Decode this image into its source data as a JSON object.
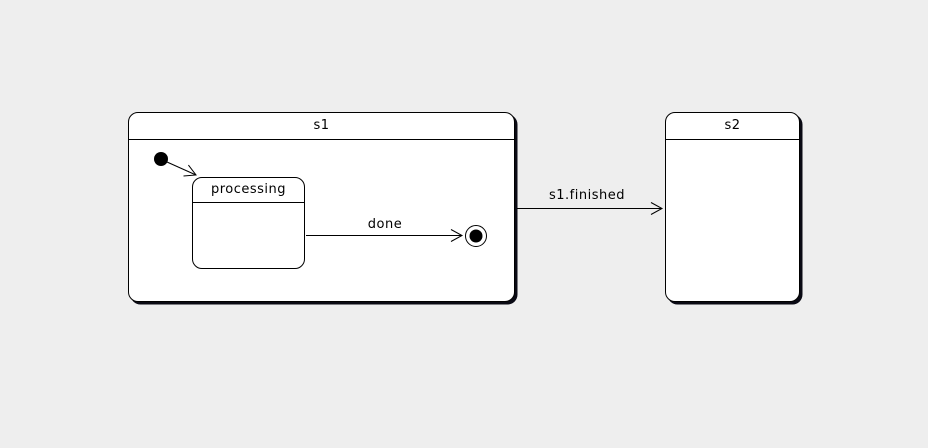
{
  "colors": {
    "background": "#eeeeee",
    "stroke": "#000000",
    "state_fill": "#ffffff",
    "shadow": "#0a0a14"
  },
  "states": [
    {
      "id": "s1",
      "label": "s1",
      "type": "composite"
    },
    {
      "id": "processing",
      "label": "processing",
      "type": "simple",
      "parent": "s1"
    },
    {
      "id": "s2",
      "label": "s2",
      "type": "simple"
    }
  ],
  "pseudostates": [
    {
      "id": "initial",
      "kind": "initial-state",
      "parent": "s1"
    },
    {
      "id": "final",
      "kind": "final-state",
      "parent": "s1"
    }
  ],
  "transitions": [
    {
      "from": "initial",
      "to": "processing",
      "label": ""
    },
    {
      "from": "processing",
      "to": "final",
      "label": "done"
    },
    {
      "from": "s1",
      "to": "s2",
      "label": "s1.finished"
    }
  ]
}
